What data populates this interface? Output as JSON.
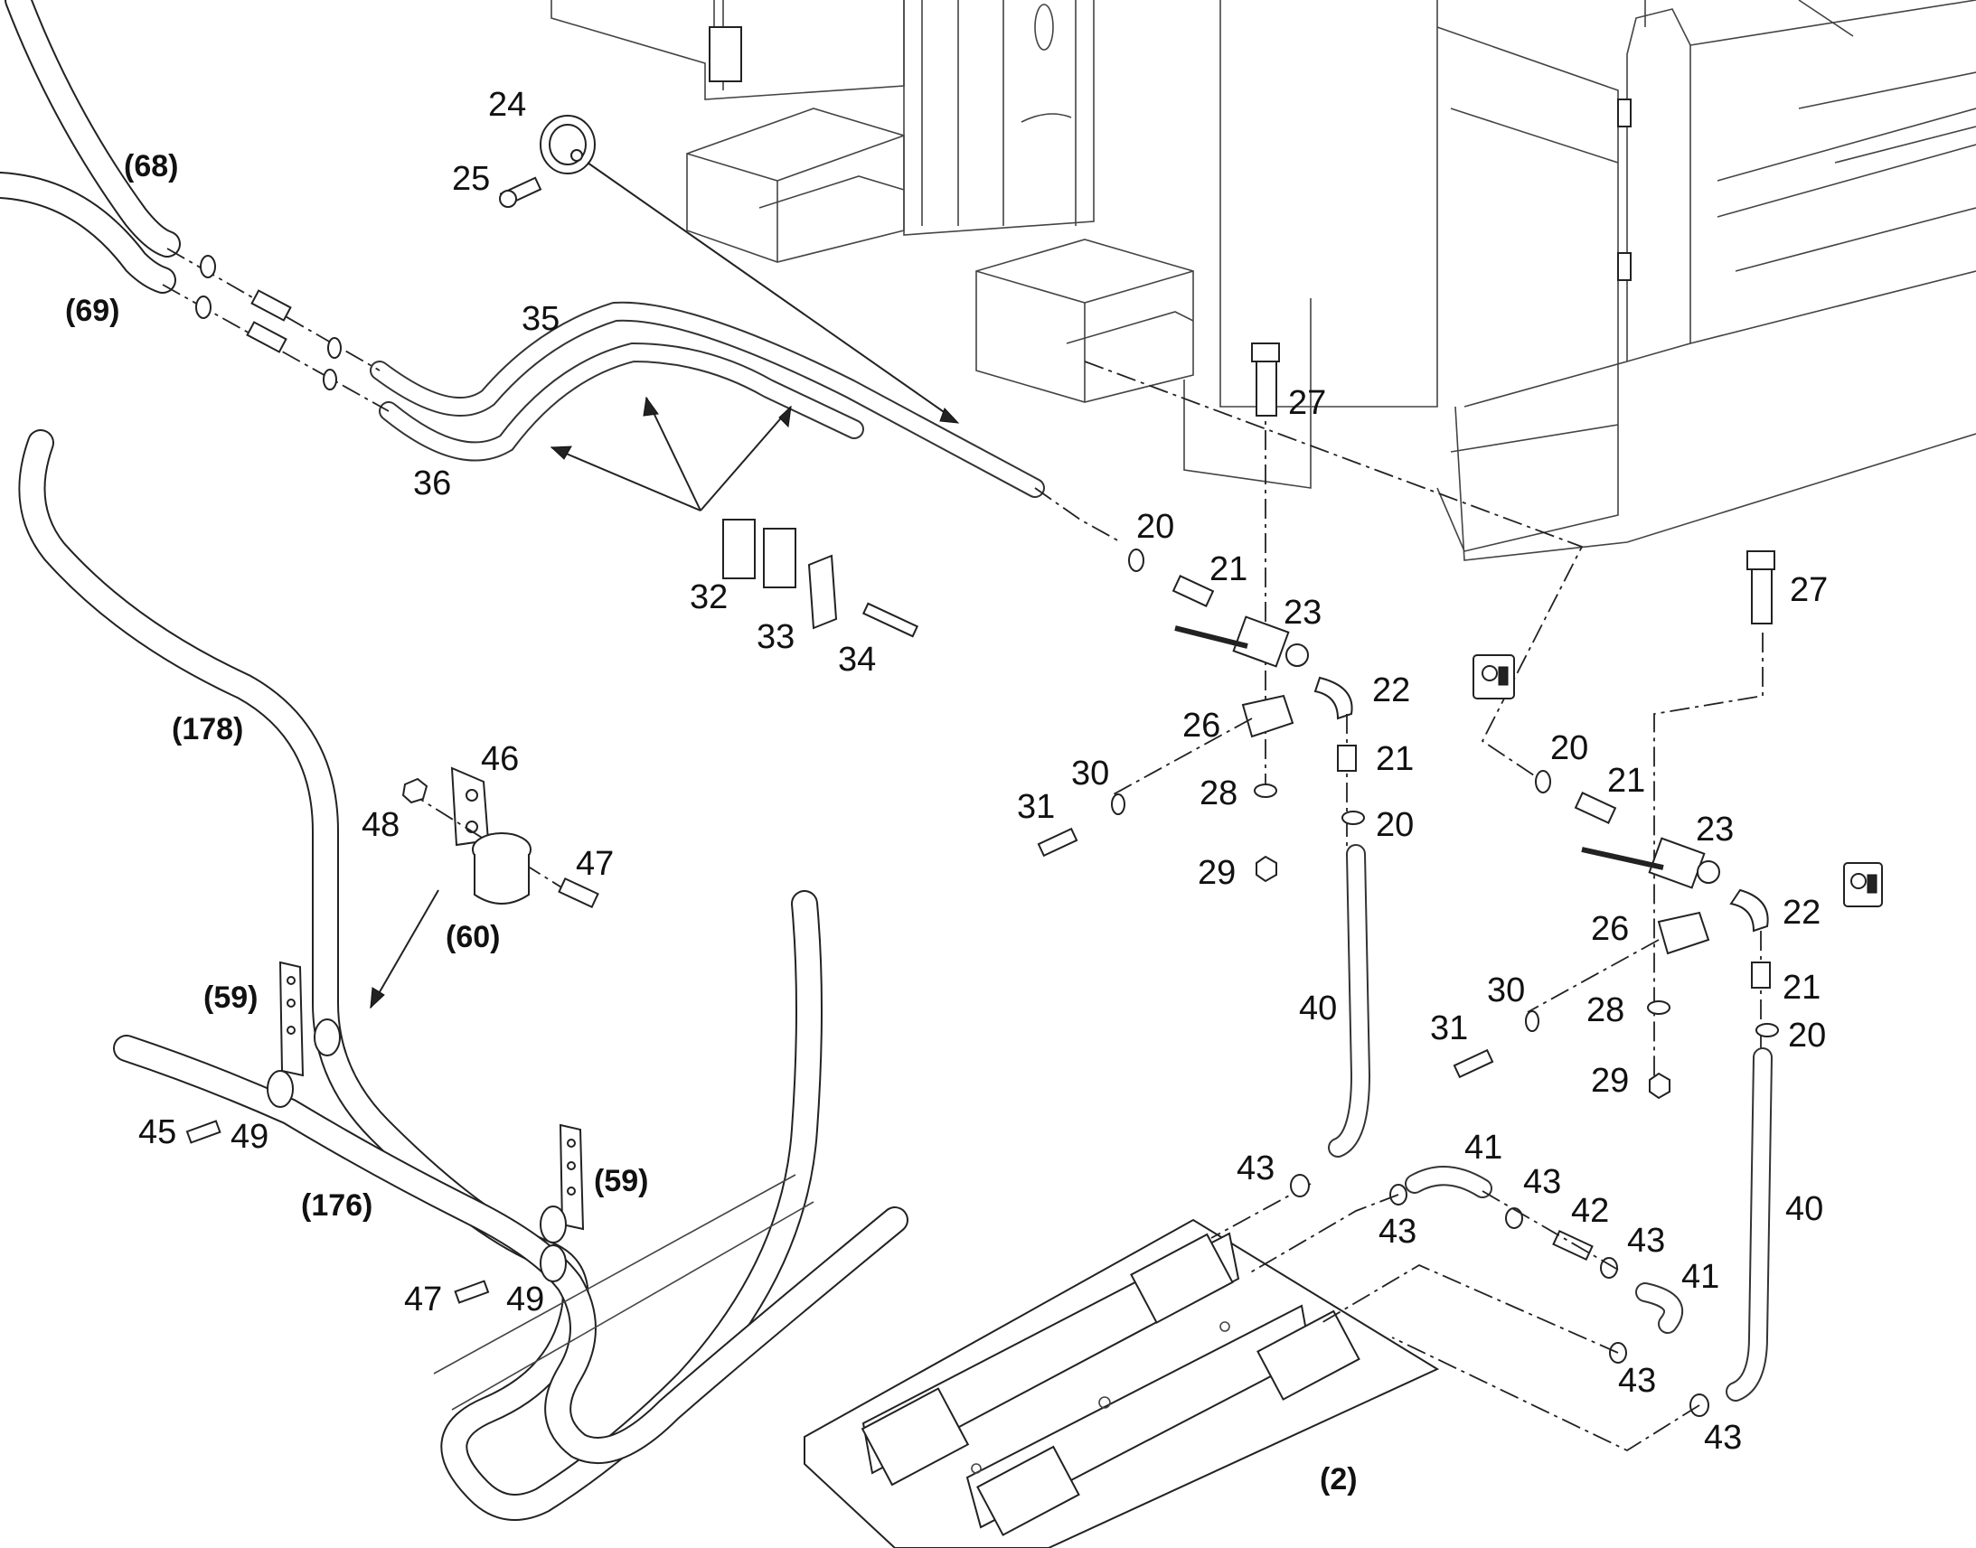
{
  "callouts": {
    "c24": "24",
    "c25": "25",
    "c35": "35",
    "c36": "36",
    "c27a": "27",
    "c27b": "27",
    "c20a": "20",
    "c21a": "21",
    "c23a": "23",
    "c22a": "22",
    "c26a": "26",
    "c21b": "21",
    "c20b": "20",
    "c30a": "30",
    "c28a": "28",
    "c31a": "31",
    "c29a": "29",
    "c32": "32",
    "c33": "33",
    "c34": "34",
    "c20c": "20",
    "c21c": "21",
    "c23b": "23",
    "c22b": "22",
    "c26b": "26",
    "c21d": "21",
    "c20d": "20",
    "c30b": "30",
    "c28b": "28",
    "c31b": "31",
    "c29b": "29",
    "c40a": "40",
    "c40b": "40",
    "c43a": "43",
    "c43b": "43",
    "c43c": "43",
    "c43d": "43",
    "c43e": "43",
    "c43f": "43",
    "c41a": "41",
    "c41b": "41",
    "c42": "42",
    "c46": "46",
    "c48": "48",
    "c47a": "47",
    "c47b": "47",
    "c45": "45",
    "c49a": "49",
    "c49b": "49"
  },
  "references": {
    "r68": "(68)",
    "r69": "(69)",
    "r178": "(178)",
    "r60": "(60)",
    "r59a": "(59)",
    "r59b": "(59)",
    "r176": "(176)",
    "r2": "(2)"
  },
  "icons": {
    "label_a": "warning-label-icon",
    "label_b": "warning-label-icon"
  }
}
